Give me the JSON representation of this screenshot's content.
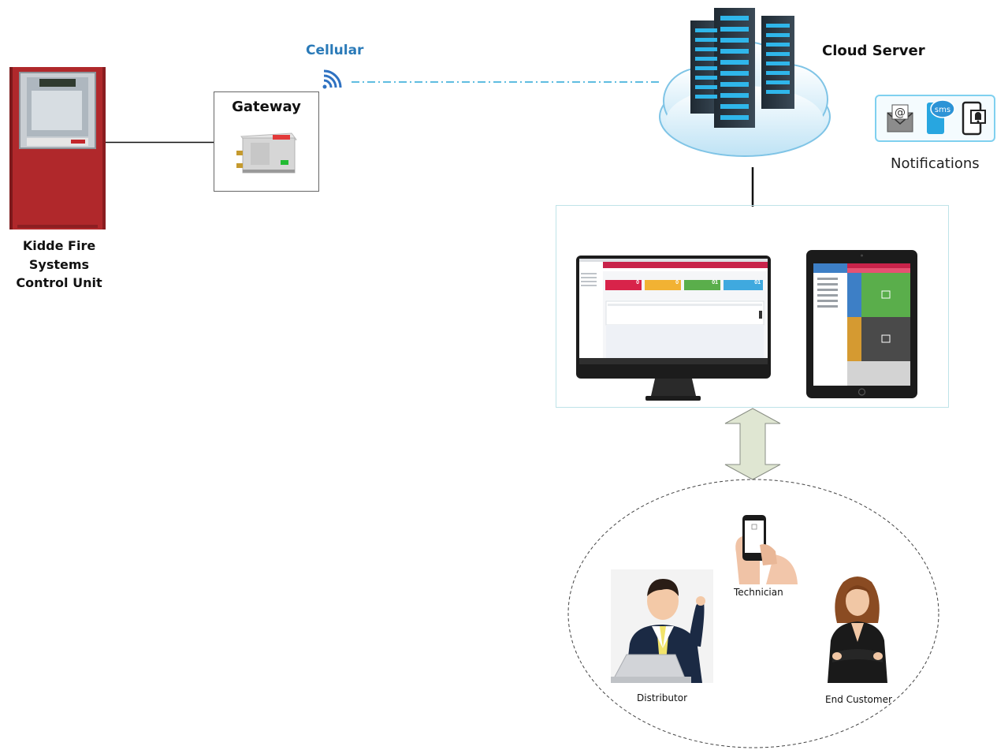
{
  "control_unit": {
    "label_lines": [
      "Kidde Fire",
      "Systems",
      "Control Unit"
    ]
  },
  "gateway": {
    "title": "Gateway"
  },
  "link": {
    "label": "Cellular"
  },
  "cloud": {
    "label": "Cloud Server"
  },
  "notifications": {
    "label": "Notifications",
    "sms_text": "sms"
  },
  "dashboard": {
    "kpis": [
      {
        "value": "0",
        "color": "#d8234a"
      },
      {
        "value": "0",
        "color": "#f2b233"
      },
      {
        "value": "01",
        "color": "#5aae4b"
      },
      {
        "value": "01",
        "color": "#3fa9df"
      }
    ]
  },
  "users": {
    "technician": "Technician",
    "distributor": "Distributor",
    "end_customer": "End Customer"
  }
}
